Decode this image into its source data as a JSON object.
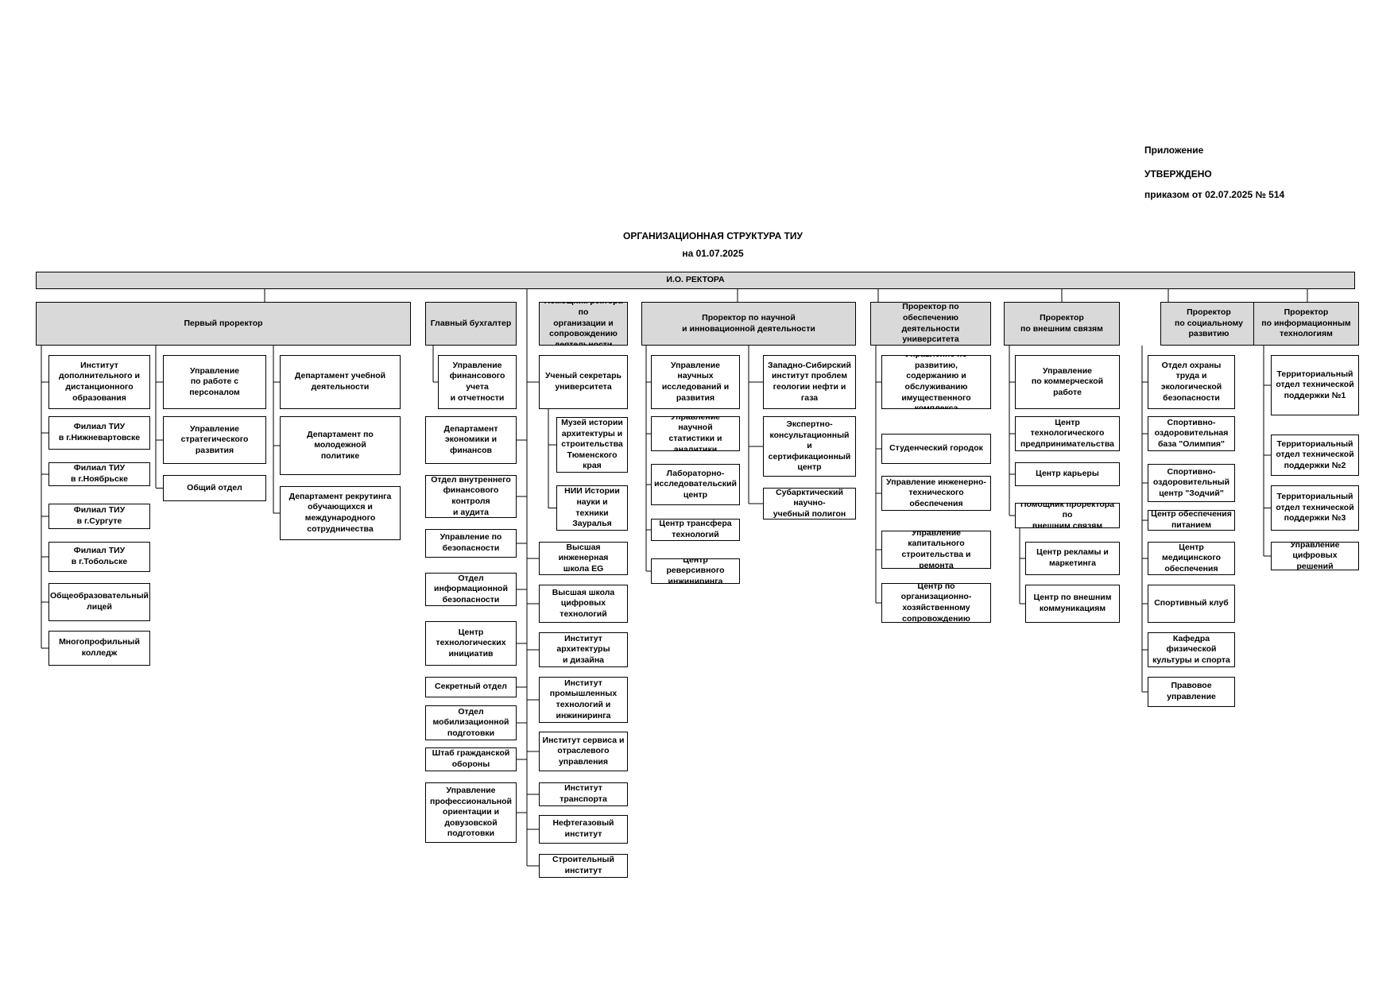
{
  "annotation": {
    "line1": "Приложение",
    "line2": "УТВЕРЖДЕНО",
    "line3": "приказом от 02.07.2025 № 514"
  },
  "title": {
    "main": "ОРГАНИЗАЦИОННАЯ СТРУКТУРА ТИУ",
    "date": "на 01.07.2025"
  },
  "rector": "И.О. РЕКТОРА",
  "nodes": [
    {
      "id": "p1",
      "label": "Первый проректор"
    },
    {
      "id": "p1c1_0",
      "label": "Институт\nдополнительного и\nдистанционного\nобразования"
    },
    {
      "id": "p1c1_1",
      "label": "Филиал ТИУ\nв г.Нижневартовске"
    },
    {
      "id": "p1c1_2",
      "label": "Филиал ТИУ\nв г.Ноябрьске"
    },
    {
      "id": "p1c1_3",
      "label": "Филиал ТИУ\nв г.Сургуте"
    },
    {
      "id": "p1c1_4",
      "label": "Филиал ТИУ\nв г.Тобольске"
    },
    {
      "id": "p1c1_5",
      "label": "Общеобразовательный\nлицей"
    },
    {
      "id": "p1c1_6",
      "label": "Многопрофильный\nколледж"
    },
    {
      "id": "p1c2_0",
      "label": "Управление\nпо работе с персоналом"
    },
    {
      "id": "p1c2_1",
      "label": "Управление\nстратегического развития"
    },
    {
      "id": "p1c2_2",
      "label": "Общий отдел"
    },
    {
      "id": "p1c3_0",
      "label": "Департамент учебной\nдеятельности"
    },
    {
      "id": "p1c3_1",
      "label": "Департамент по молодежной\nполитике"
    },
    {
      "id": "p1c3_2",
      "label": "Департамент рекрутинга\nобучающихся и\nмеждународного\nсотрудничества"
    },
    {
      "id": "gb",
      "label": "Главный бухгалтер"
    },
    {
      "id": "gb_0",
      "label": "Управление\nфинансового учета\nи отчетности"
    },
    {
      "id": "ex_0",
      "label": "Департамент\nэкономики и финансов"
    },
    {
      "id": "ex_1",
      "label": "Отдел внутреннего\nфинансового контроля\nи аудита"
    },
    {
      "id": "ex_2",
      "label": "Управление по\nбезопасности"
    },
    {
      "id": "ex_3",
      "label": "Отдел\nинформационной\nбезопасности"
    },
    {
      "id": "ex_4",
      "label": "Центр\nтехнологических\nинициатив"
    },
    {
      "id": "ex_5",
      "label": "Секретный отдел"
    },
    {
      "id": "ex_6",
      "label": "Отдел\nмобилизационной\nподготовки"
    },
    {
      "id": "ex_7",
      "label": "Штаб гражданской\nобороны"
    },
    {
      "id": "ex_8",
      "label": "Управление\nпрофессиональной\nориентации и\nдовузовской\nподготовки"
    },
    {
      "id": "pa",
      "label": "Помощник ректора по\nорганизации и\nсопровождению\nдеятельности"
    },
    {
      "id": "us",
      "label": "Ученый секретарь\nуниверситета"
    },
    {
      "id": "us_0",
      "label": "Музей истории\nархитектуры и\nстроительства\nТюменского края"
    },
    {
      "id": "us_1",
      "label": "НИИ Истории\nнауки и техники\nЗауралья"
    },
    {
      "id": "in_0",
      "label": "Высшая инженерная\nшкола EG"
    },
    {
      "id": "in_1",
      "label": "Высшая школа\nцифровых\nтехнологий"
    },
    {
      "id": "in_2",
      "label": "Институт архитектуры\nи дизайна"
    },
    {
      "id": "in_3",
      "label": "Институт\nпромышленных\nтехнологий и\nинжиниринга"
    },
    {
      "id": "in_4",
      "label": "Институт сервиса и\nотраслевого\nуправления"
    },
    {
      "id": "in_5",
      "label": "Институт транспорта"
    },
    {
      "id": "in_6",
      "label": "Нефтегазовый\nинститут"
    },
    {
      "id": "in_7",
      "label": "Строительный\nинститут"
    },
    {
      "id": "ps",
      "label": "Проректор по научной\nи инновационной деятельности"
    },
    {
      "id": "ps_0",
      "label": "Управление научных\nисследований и\nразвития"
    },
    {
      "id": "ps_1",
      "label": "Управление научной\nстатистики и\nаналитики"
    },
    {
      "id": "ps_2",
      "label": "Лабораторно-\nисследовательский\nцентр"
    },
    {
      "id": "ps_3",
      "label": "Центр трансфера\nтехнологий"
    },
    {
      "id": "ps_4",
      "label": "Центр реверсивного\nинжиниринга"
    },
    {
      "id": "ps_5",
      "label": "Западно-Сибирский\nинститут проблем\nгеологии нефти и газа"
    },
    {
      "id": "ps_6",
      "label": "Экспертно-\nконсультационный и\nсертификационный\nцентр"
    },
    {
      "id": "ps_7",
      "label": "Субарктический научно-\nучебный полигон"
    },
    {
      "id": "po",
      "label": "Проректор по обеспечению\nдеятельности университета"
    },
    {
      "id": "po_0",
      "label": "Управление по развитию,\nсодержанию и\nобслуживанию\nимущественного комплекса"
    },
    {
      "id": "po_1",
      "label": "Студенческий городок"
    },
    {
      "id": "po_2",
      "label": "Управление инженерно-\nтехнического обеспечения"
    },
    {
      "id": "po_3",
      "label": "Управление капитального\nстроительства и ремонта"
    },
    {
      "id": "po_4",
      "label": "Центр по организационно-\nхозяйственному\nсопровождению"
    },
    {
      "id": "pv",
      "label": "Проректор\nпо внешним связям"
    },
    {
      "id": "pv_0",
      "label": "Управление\nпо коммерческой работе"
    },
    {
      "id": "pv_1",
      "label": "Центр технологического\nпредпринимательства"
    },
    {
      "id": "pv_2",
      "label": "Центр карьеры"
    },
    {
      "id": "pv_3",
      "label": "Помощник проректора по\nвнешним связям"
    },
    {
      "id": "pv_3a",
      "label": "Центр рекламы и\nмаркетинга"
    },
    {
      "id": "pv_3b",
      "label": "Центр по внешним\nкоммуникациям"
    },
    {
      "id": "pr",
      "label": "Проректор\nпо социальному\nразвитию"
    },
    {
      "id": "pr_0",
      "label": "Отдел охраны труда и\nэкологической\nбезопасности"
    },
    {
      "id": "pr_1",
      "label": "Спортивно-\nоздоровительная\nбаза \"Олимпия\""
    },
    {
      "id": "pr_2",
      "label": "Спортивно-\nоздоровительный\nцентр \"Зодчий\""
    },
    {
      "id": "pr_3",
      "label": "Центр обеспечения\nпитанием"
    },
    {
      "id": "pr_4",
      "label": "Центр медицинского\nобеспечения"
    },
    {
      "id": "pr_5",
      "label": "Спортивный клуб"
    },
    {
      "id": "pr_6",
      "label": "Кафедра физической\nкультуры и спорта"
    },
    {
      "id": "pr_7",
      "label": "Правовое управление"
    },
    {
      "id": "pi",
      "label": "Проректор\nпо информационным\nтехнологиям"
    },
    {
      "id": "pi_0",
      "label": "Территориальный\nотдел технической\nподдержки №1"
    },
    {
      "id": "pi_1",
      "label": "Территориальный\nотдел технической\nподдержки №2"
    },
    {
      "id": "pi_2",
      "label": "Территориальный\nотдел технической\nподдержки №3"
    },
    {
      "id": "pi_3",
      "label": "Управление\nцифровых решений"
    }
  ]
}
